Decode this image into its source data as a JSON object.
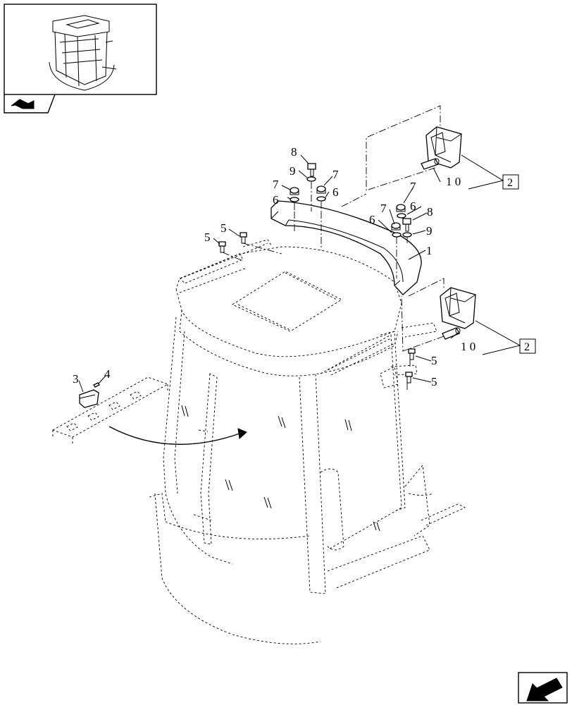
{
  "callouts": {
    "c1": "1",
    "c3": "3",
    "c4": "4",
    "c5": "5",
    "c6": "6",
    "c7": "7",
    "c8": "8",
    "c9": "9",
    "c10": "1 0",
    "c2": "2"
  }
}
